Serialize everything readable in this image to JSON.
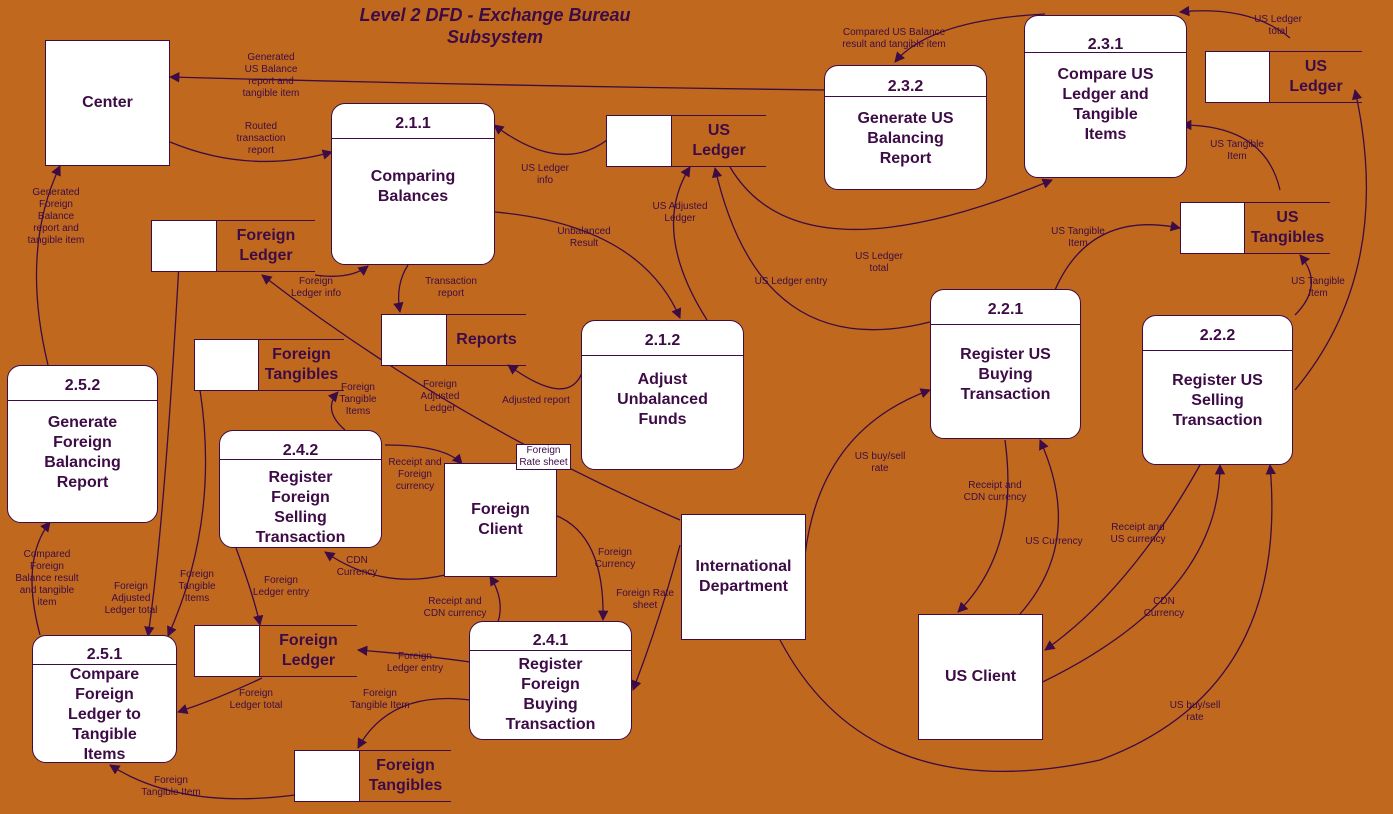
{
  "title": "Level 2  DFD - Exchange\nBureau Subsystem",
  "colors": {
    "background": "#c0691e",
    "ink": "#3d0b45",
    "box": "#ffffff"
  },
  "processes": {
    "p211": {
      "id": "2.1.1",
      "name": "Comparing\nBalances"
    },
    "p212": {
      "id": "2.1.2",
      "name": "Adjust\nUnbalanced\nFunds"
    },
    "p221": {
      "id": "2.2.1",
      "name": "Register US\nBuying\nTransaction"
    },
    "p222": {
      "id": "2.2.2",
      "name": "Register US\nSelling\nTransaction"
    },
    "p231": {
      "id": "2.3.1",
      "name": "Compare US\nLedger and\nTangible\nItems"
    },
    "p232": {
      "id": "2.3.2",
      "name": "Generate US\nBalancing\nReport"
    },
    "p241": {
      "id": "2.4.1",
      "name": "Register\nForeign\nBuying\nTransaction"
    },
    "p242": {
      "id": "2.4.2",
      "name": "Register\nForeign\nSelling\nTransaction"
    },
    "p251": {
      "id": "2.5.1",
      "name": "Compare\nForeign\nLedger to\nTangible\nItems"
    },
    "p252": {
      "id": "2.5.2",
      "name": "Generate\nForeign\nBalancing\nReport"
    }
  },
  "entities": {
    "center": "Center",
    "foreign_client": "Foreign\nClient",
    "international_department": "International\nDepartment",
    "us_client": "US Client"
  },
  "stores": {
    "us_ledger_mid": "US\nLedger",
    "us_ledger_top": "US\nLedger",
    "us_tangibles": "US\nTangibles",
    "foreign_ledger_top": "Foreign\nLedger",
    "reports": "Reports",
    "foreign_tangibles_top": "Foreign\nTangibles",
    "foreign_ledger_bottom": "Foreign\nLedger",
    "foreign_tangibles_bottom": "Foreign\nTangibles"
  },
  "note": "Foreign\nRate sheet",
  "flows": [
    "Generated\nUS Balance\nreport and\ntangible item",
    "Routed\ntransaction\nreport",
    "Compared US Balance\nresult and tangible item",
    "US Ledger\ntotal",
    "US Ledger\ninfo",
    "US Adjusted\nLedger",
    "Unbalanced\nResult",
    "Transaction\nreport",
    "Foreign\nLedger info",
    "US Ledger\ntotal",
    "US Ledger entry",
    "US Tangible\nItem",
    "US Tangible\nItem",
    "US Tangible\nItem",
    "Generated\nForeign\nBalance\nreport and\ntangible item",
    "Foreign\nTangible\nItems",
    "Foreign\nAdjusted\nLedger",
    "Adjusted report",
    "Receipt and\nForeign\ncurrency",
    "US buy/sell\nrate",
    "Receipt and\nCDN currency",
    "US Currency",
    "Receipt and\nUS currency",
    "CDN\nCurrency",
    "Compared\nForeign\nBalance result\nand tangible\nitem",
    "Foreign\nAdjusted\nLedger total",
    "Foreign\nTangible\nItems",
    "Foreign\nLedger entry",
    "CDN\nCurrency",
    "Foreign\nCurrency",
    "Foreign Rate\nsheet",
    "Receipt and\nCDN currency",
    "Foreign\nLedger entry",
    "Foreign\nLedger total",
    "Foreign\nTangible Item",
    "Foreign\nTangible Item",
    "US buy/sell\nrate"
  ]
}
